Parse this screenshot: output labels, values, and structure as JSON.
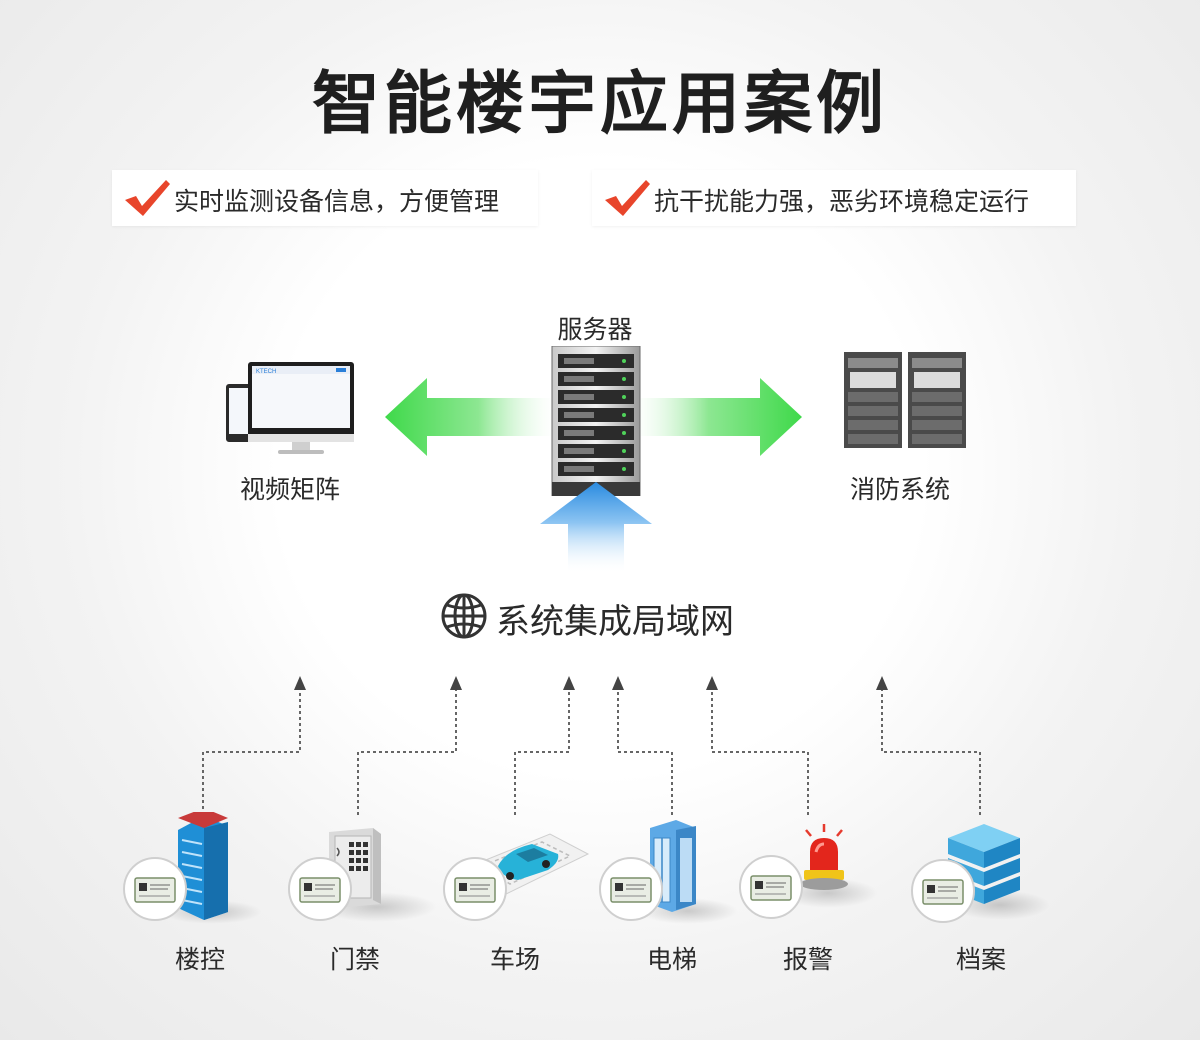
{
  "title": "智能楼宇应用案例",
  "features": [
    {
      "text": "实时监测设备信息，方便管理",
      "icon": "check-icon"
    },
    {
      "text": "抗干扰能力强，恶劣环境稳定运行",
      "icon": "check-icon"
    }
  ],
  "server": {
    "label": "服务器"
  },
  "video": {
    "label": "视频矩阵",
    "screen_logo": "KTECH"
  },
  "fire": {
    "label": "消防系统"
  },
  "lan": {
    "label": "系统集成局域网"
  },
  "devices": [
    {
      "label": "楼控",
      "icon": "office-building-icon"
    },
    {
      "label": "门禁",
      "icon": "keypad-icon"
    },
    {
      "label": "车场",
      "icon": "car-parking-icon"
    },
    {
      "label": "电梯",
      "icon": "elevator-icon"
    },
    {
      "label": "报警",
      "icon": "alarm-light-icon"
    },
    {
      "label": "档案",
      "icon": "database-icon"
    }
  ],
  "colors": {
    "green_arrow": "#3fd94a",
    "blue_arrow": "#2a8be0",
    "check": "#e8452b"
  }
}
